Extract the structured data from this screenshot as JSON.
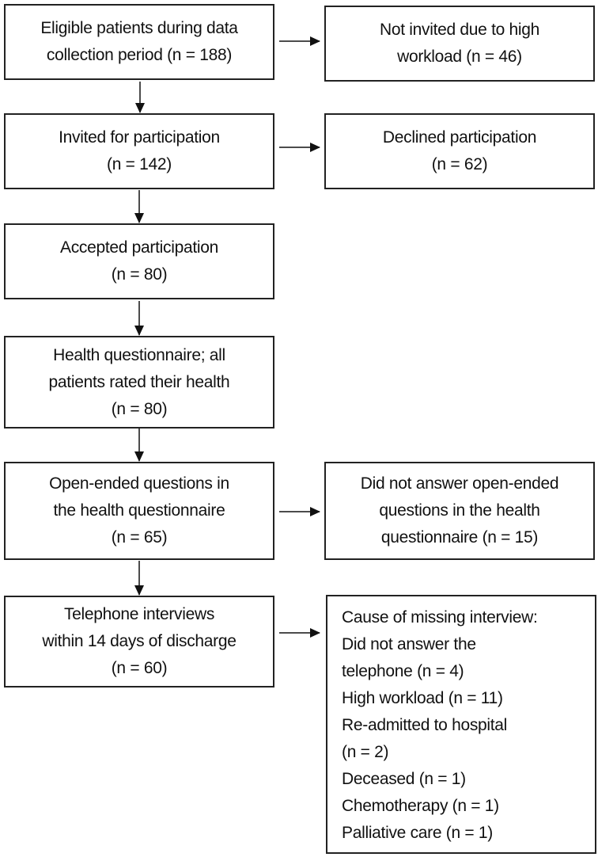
{
  "flow": {
    "eligible": {
      "lines": [
        "Eligible patients during data",
        "collection period (n = 188)"
      ]
    },
    "not_invited": {
      "lines": [
        "Not invited due to high",
        "workload (n = 46)"
      ]
    },
    "invited": {
      "lines": [
        "Invited for participation",
        "(n = 142)"
      ]
    },
    "declined": {
      "lines": [
        "Declined participation",
        "(n = 62)"
      ]
    },
    "accepted": {
      "lines": [
        "Accepted participation",
        "(n = 80)"
      ]
    },
    "health_questionnaire": {
      "lines": [
        "Health questionnaire; all",
        "patients rated their health",
        "(n = 80)"
      ]
    },
    "open_ended": {
      "lines": [
        "Open-ended questions in",
        "the health questionnaire",
        "(n = 65)"
      ]
    },
    "did_not_answer": {
      "lines": [
        "Did not answer open-ended",
        "questions in the health",
        "questionnaire (n = 15)"
      ]
    },
    "telephone": {
      "lines": [
        "Telephone interviews",
        "within 14 days of discharge",
        "(n = 60)"
      ]
    },
    "missing": {
      "lines": [
        "Cause of missing interview:",
        "Did not answer the",
        "telephone (n = 4)",
        "High workload (n = 11)",
        "Re-admitted to hospital",
        "(n = 2)",
        "Deceased (n = 1)",
        "Chemotherapy (n = 1)",
        "Palliative care (n = 1)"
      ]
    }
  }
}
